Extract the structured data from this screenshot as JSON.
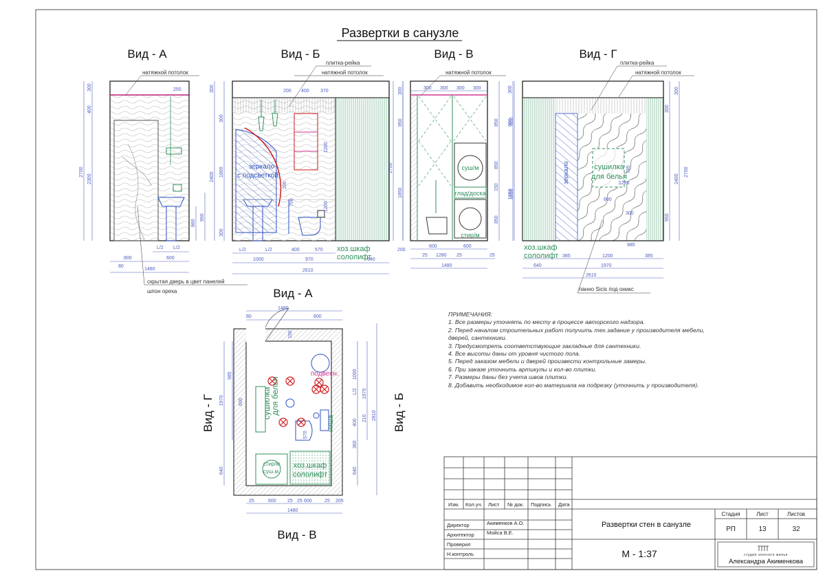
{
  "page_title": "Развертки в санузле",
  "views": {
    "a": "Вид - А",
    "b": "Вид - Б",
    "v": "Вид - В",
    "g": "Вид - Г"
  },
  "callouts": {
    "ceiling": "натяжной потолок",
    "tile_slat": "плитка-рейка",
    "hidden_door": "скрытая дверь в цвет панелей",
    "walnut": "шпон ореха",
    "mirror": "зеркало",
    "with_light": "с подсветкой",
    "cabinet": "хоз.шкаф",
    "sololift": "сололифт",
    "dryer_m": "суш/м",
    "iron_board": "глад/доска",
    "washer": "стир/м",
    "towel_dryer": "сушилка",
    "for_linen": "для белья",
    "panel_sicis": "панно Sicis под оникс",
    "mirror_g": "зеркало",
    "niche": "ниша",
    "hanging": "подвесн.",
    "washer_plan": "стир/м",
    "dryer_plan": "суш.м."
  },
  "dims": {
    "a": {
      "d300": "300",
      "d400": "400",
      "d2700": "2700",
      "d2300": "2300",
      "d250": "250",
      "d950": "950",
      "d860": "860",
      "l2a": "L/2",
      "l2b": "L/2",
      "d600": "600",
      "d800": "800",
      "d80": "80",
      "d1480": "1480"
    },
    "b": {
      "d300": "300",
      "d850": "850",
      "d1850": "1850",
      "d2700": "2700",
      "d300b": "300",
      "d1800": "1800",
      "d2400": "2400",
      "d300c": "300",
      "d200": "200",
      "d400": "400",
      "d370": "370",
      "d1200": "1200",
      "d1200b": "1200",
      "d200b": "200",
      "d700": "700",
      "d300d": "300",
      "l2a": "L/2",
      "l2b": "L/2",
      "d400b": "400",
      "d570": "570",
      "d1000": "1000",
      "d970": "970",
      "d640": "640",
      "d2610": "2610"
    },
    "v": {
      "d300a": "300",
      "d300b": "300",
      "d300c": "300",
      "d300d": "300",
      "d300": "300",
      "d850": "850",
      "d1850": "1850",
      "d850b": "850",
      "d850c": "850",
      "d150": "150",
      "d200": "200",
      "d600a": "600",
      "d600b": "600",
      "d25a": "25",
      "d1280": "1280",
      "d25b": "25",
      "d25c": "25",
      "d1480": "1480"
    },
    "g": {
      "d300": "300",
      "d850": "850",
      "d1850": "1850",
      "d300b": "300",
      "d2700": "2700",
      "d2400": "2400",
      "d950": "950",
      "d985": "985",
      "d785": "785",
      "d1285": "1285",
      "d600": "600",
      "d300c": "300",
      "d640": "640",
      "d385": "385",
      "d1200": "1200",
      "d385b": "385",
      "d1970": "1970",
      "d2610": "2610"
    },
    "plan": {
      "d80": "80",
      "d1480": "1480",
      "d600": "600",
      "d150": "150",
      "d985": "985",
      "d1970": "1970",
      "d600b": "600",
      "d640": "640",
      "d1000": "1000",
      "l2": "L/2",
      "d1970b": "1970",
      "d2810": "2810",
      "d400": "400",
      "d210": "210",
      "d360": "360",
      "d640b": "640",
      "d570": "570",
      "d25a": "25",
      "d600c": "600",
      "d25b": "25",
      "d25c": "25",
      "d600d": "600",
      "d25d": "25",
      "d205": "205",
      "d1480b": "1480"
    }
  },
  "notes": {
    "title": "ПРИМЕЧАНИЯ:",
    "items": [
      "1. Все размеры уточнять по месту в процессе авторского надзора.",
      "2. Перед началом строительных работ получить тех.задание у производителя мебели,",
      "дверей, сантехники.",
      "3. Предусмотреть соответствующие закладные для сантехники.",
      "4. Все высоты даны от уровня чистого пола.",
      "5. Перед заказом мебели и дверей произвести контрольные замеры.",
      "6. При заказе уточнить артикулы и кол-во плитки.",
      "7. Размеры даны без учета швов плитки.",
      "8. Добавить необходимое кол-во материала на подрезку (уточнить у производителя)."
    ]
  },
  "title_block": {
    "headers": [
      "Изм.",
      "Кол.уч.",
      "Лист",
      "№ док.",
      "Подпись",
      "Дата"
    ],
    "roles": [
      "Директор",
      "Архитектор",
      "Проверил",
      "Н.контроль"
    ],
    "names": [
      "Акименков А.О.",
      "Мойса В.Е.",
      "",
      ""
    ],
    "sheet_title": "Развертки стен в санузле",
    "scale": "М - 1:37",
    "stage_label": "Стадия",
    "sheet_label": "Лист",
    "sheets_label": "Листов",
    "stage": "РП",
    "sheet": "13",
    "sheets": "32",
    "logo_small": "студия элитного жилья",
    "logo_name": "Александра Акименкова"
  },
  "colors": {
    "dim": "#4b5bbf",
    "wall": "#111111",
    "green": "#2f8f5a",
    "pink": "#d0358f",
    "red": "#d11a1a",
    "blue": "#2c4fc1"
  }
}
